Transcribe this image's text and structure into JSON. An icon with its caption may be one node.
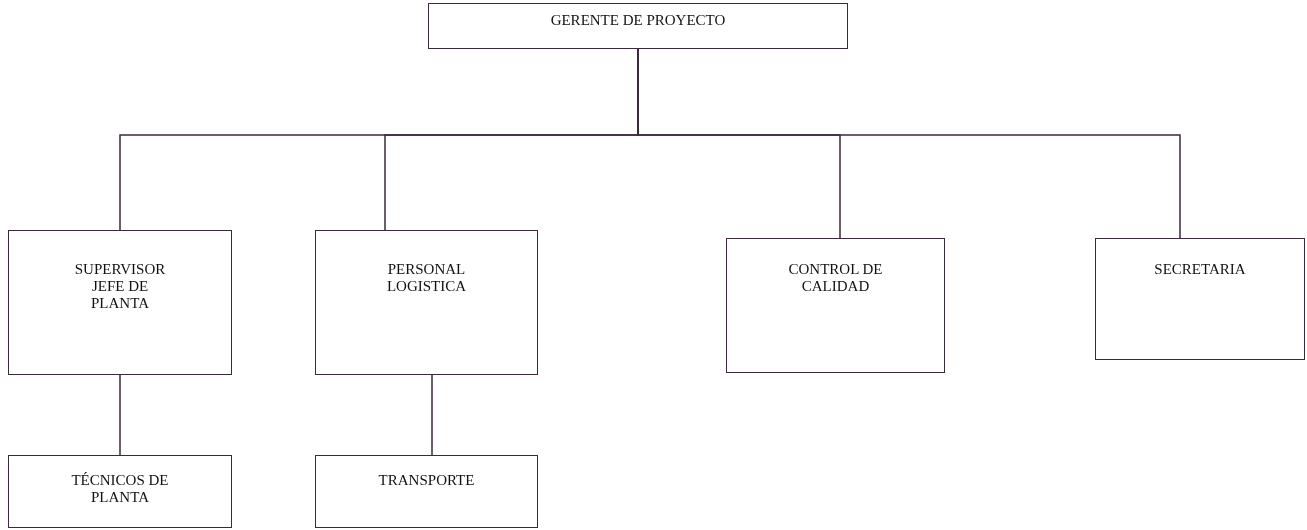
{
  "diagram": {
    "nodes": [
      {
        "text": [
          "GERENTE DE PROYECTO"
        ]
      },
      {
        "text": [
          "SUPERVISOR JEFE DE PLANTA"
        ]
      },
      {
        "text": [
          "PERSONAL LOGISTICA"
        ]
      },
      {
        "text": [
          "CONTROL DE CALIDAD"
        ]
      },
      {
        "text": [
          "SECRETARIA"
        ]
      },
      {
        "text": [
          "TÉCNICOS DE PLANTA"
        ]
      },
      {
        "text": [
          "TRANSPORTE"
        ]
      }
    ],
    "edges": [
      {
        "from": 0,
        "to": 1,
        "arrow": "none"
      },
      {
        "from": 0,
        "to": 2,
        "arrow": "none"
      },
      {
        "from": 0,
        "to": 3,
        "arrow": "none"
      },
      {
        "from": 0,
        "to": 4,
        "arrow": "none"
      },
      {
        "from": 1,
        "to": 5,
        "arrow": "none"
      },
      {
        "from": 2,
        "to": 6,
        "arrow": "none"
      }
    ]
  }
}
